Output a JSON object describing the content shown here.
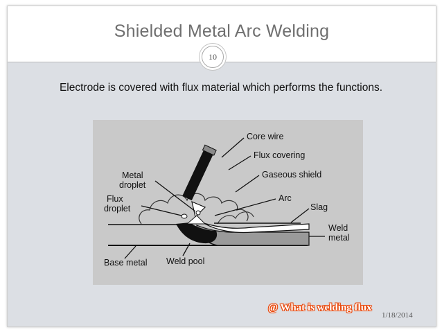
{
  "slide": {
    "title": "Shielded Metal Arc Welding",
    "page_number": "10",
    "subtitle": "Electrode is covered with flux material which performs the functions.",
    "date": "1/18/2014"
  },
  "diagram": {
    "labels": {
      "core_wire": "Core wire",
      "flux_covering": "Flux covering",
      "gaseous_shield": "Gaseous shield",
      "metal_droplet_line1": "Metal",
      "metal_droplet_line2": "droplet",
      "flux_droplet_line1": "Flux",
      "flux_droplet_line2": "droplet",
      "arc": "Arc",
      "slag": "Slag",
      "weld_metal_line1": "Weld",
      "weld_metal_line2": "metal",
      "base_metal": "Base metal",
      "weld_pool": "Weld pool"
    }
  },
  "watermark": {
    "text": "@ What is welding flux",
    "color": "#e8480c"
  }
}
